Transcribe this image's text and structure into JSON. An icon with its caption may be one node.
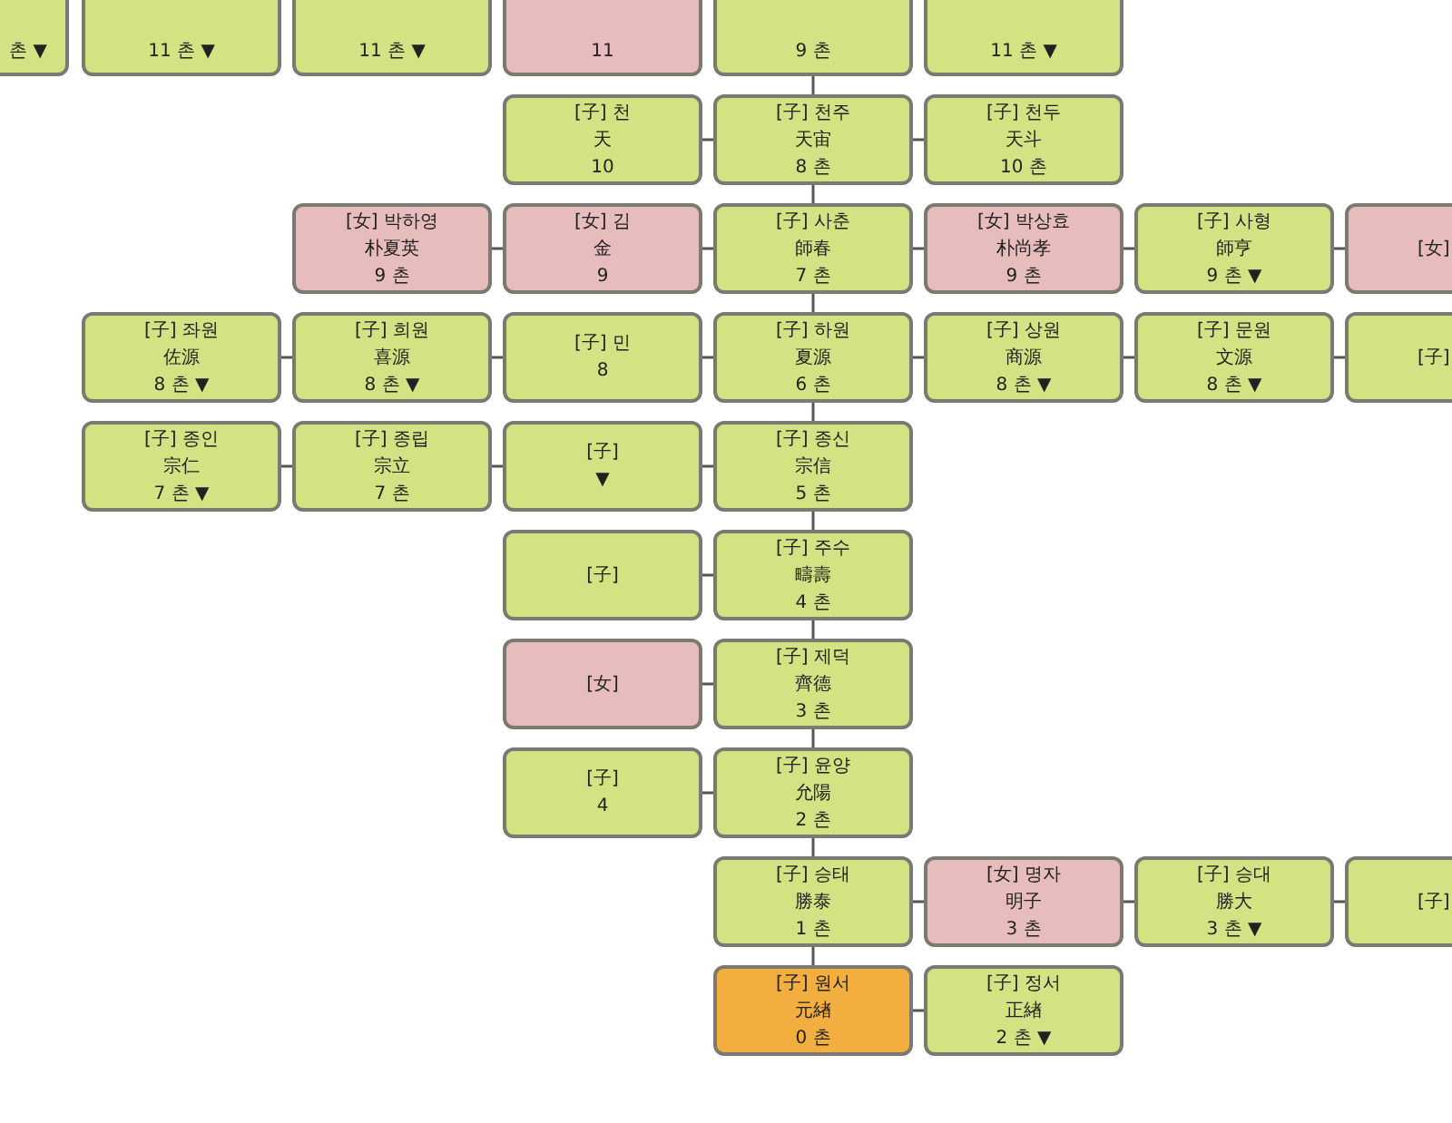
{
  "diagram": {
    "nodes": [
      {
        "text": [
          "촌 ▼"
        ]
      },
      {
        "text": [
          "11 촌 ▼"
        ]
      },
      {
        "text": [
          "11 촌 ▼"
        ]
      },
      {
        "text": [
          "11"
        ]
      },
      {
        "text": [
          "9 촌"
        ]
      },
      {
        "text": [
          "11 촌 ▼"
        ]
      },
      {
        "text": [
          "[子] 천",
          "天",
          "10"
        ]
      },
      {
        "text": [
          "[子] 천주",
          "天宙",
          "8 촌"
        ]
      },
      {
        "text": [
          "[子] 천두",
          "天斗",
          "10 촌"
        ]
      },
      {
        "text": [
          "[女] 박하영",
          "朴夏英",
          "9 촌"
        ]
      },
      {
        "text": [
          "[女] 김",
          "金",
          "9"
        ]
      },
      {
        "text": [
          "[子] 사춘",
          "師春",
          "7 촌"
        ]
      },
      {
        "text": [
          "[女] 박상효",
          "朴尚孝",
          "9 촌"
        ]
      },
      {
        "text": [
          "[子] 사형",
          "師亨",
          "9 촌 ▼"
        ]
      },
      {
        "text": [
          "[女]"
        ]
      },
      {
        "text": [
          "[子] 좌원",
          "佐源",
          "8 촌 ▼"
        ]
      },
      {
        "text": [
          "[子] 희원",
          "喜源",
          "8 촌 ▼"
        ]
      },
      {
        "text": [
          "[子] 민",
          "8"
        ]
      },
      {
        "text": [
          "[子] 하원",
          "夏源",
          "6 촌"
        ]
      },
      {
        "text": [
          "[子] 상원",
          "商源",
          "8 촌 ▼"
        ]
      },
      {
        "text": [
          "[子] 문원",
          "文源",
          "8 촌 ▼"
        ]
      },
      {
        "text": [
          "[子]"
        ]
      },
      {
        "text": [
          "[子] 종인",
          "宗仁",
          "7 촌 ▼"
        ]
      },
      {
        "text": [
          "[子] 종립",
          "宗立",
          "7 촌"
        ]
      },
      {
        "text": [
          "[子]",
          "▼"
        ]
      },
      {
        "text": [
          "[子] 종신",
          "宗信",
          "5 촌"
        ]
      },
      {
        "text": [
          "[子]"
        ]
      },
      {
        "text": [
          "[子] 주수",
          "疇壽",
          "4 촌"
        ]
      },
      {
        "text": [
          "[女]"
        ]
      },
      {
        "text": [
          "[子] 제덕",
          "齊德",
          "3 촌"
        ]
      },
      {
        "text": [
          "[子]",
          "4"
        ]
      },
      {
        "text": [
          "[子] 윤양",
          "允陽",
          "2 촌"
        ]
      },
      {
        "text": [
          "[子] 승태",
          "勝泰",
          "1 촌"
        ]
      },
      {
        "text": [
          "[女] 명자",
          "明子",
          "3 촌"
        ]
      },
      {
        "text": [
          "[子] 승대",
          "勝大",
          "3 촌 ▼"
        ]
      },
      {
        "text": [
          "[子]"
        ]
      },
      {
        "text": [
          "[子] 원서",
          "元緖",
          "0 촌"
        ]
      },
      {
        "text": [
          "[子] 정서",
          "正緖",
          "2 촌 ▼"
        ]
      }
    ],
    "edges": [
      {
        "from": 4,
        "to": 7,
        "arrow": "none"
      },
      {
        "from": 7,
        "to": 11,
        "arrow": "none"
      },
      {
        "from": 11,
        "to": 18,
        "arrow": "none"
      },
      {
        "from": 18,
        "to": 25,
        "arrow": "none"
      },
      {
        "from": 25,
        "to": 27,
        "arrow": "none"
      },
      {
        "from": 27,
        "to": 29,
        "arrow": "none"
      },
      {
        "from": 29,
        "to": 31,
        "arrow": "none"
      },
      {
        "from": 31,
        "to": 32,
        "arrow": "none"
      },
      {
        "from": 32,
        "to": 36,
        "arrow": "none"
      },
      {
        "from": 6,
        "to": 7,
        "arrow": "none"
      },
      {
        "from": 7,
        "to": 8,
        "arrow": "none"
      },
      {
        "from": 9,
        "to": 10,
        "arrow": "none"
      },
      {
        "from": 10,
        "to": 11,
        "arrow": "none"
      },
      {
        "from": 11,
        "to": 12,
        "arrow": "none"
      },
      {
        "from": 12,
        "to": 13,
        "arrow": "none"
      },
      {
        "from": 13,
        "to": 14,
        "arrow": "none"
      },
      {
        "from": 15,
        "to": 16,
        "arrow": "none"
      },
      {
        "from": 16,
        "to": 17,
        "arrow": "none"
      },
      {
        "from": 17,
        "to": 18,
        "arrow": "none"
      },
      {
        "from": 18,
        "to": 19,
        "arrow": "none"
      },
      {
        "from": 19,
        "to": 20,
        "arrow": "none"
      },
      {
        "from": 20,
        "to": 21,
        "arrow": "none"
      },
      {
        "from": 22,
        "to": 23,
        "arrow": "none"
      },
      {
        "from": 23,
        "to": 24,
        "arrow": "none"
      },
      {
        "from": 24,
        "to": 25,
        "arrow": "none"
      },
      {
        "from": 26,
        "to": 27,
        "arrow": "none"
      },
      {
        "from": 28,
        "to": 29,
        "arrow": "none"
      },
      {
        "from": 30,
        "to": 31,
        "arrow": "none"
      },
      {
        "from": 32,
        "to": 33,
        "arrow": "none"
      },
      {
        "from": 33,
        "to": 34,
        "arrow": "none"
      },
      {
        "from": 34,
        "to": 35,
        "arrow": "none"
      },
      {
        "from": 36,
        "to": 37,
        "arrow": "none"
      }
    ]
  }
}
